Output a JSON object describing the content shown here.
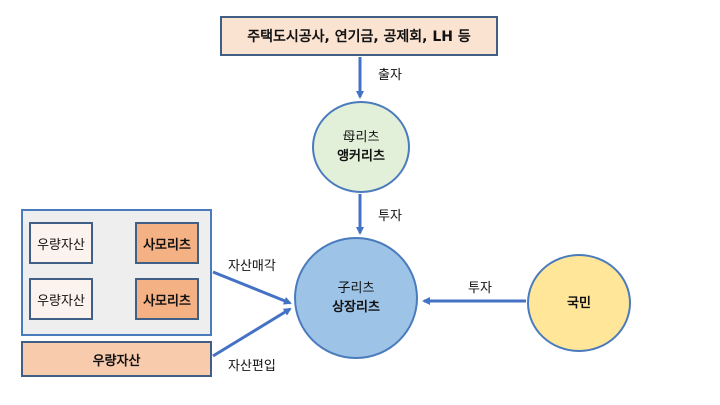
{
  "top_box": {
    "label": "주택도시공사, 연기금, 공제회, LH 등"
  },
  "mother_reit": {
    "line1": "母리츠",
    "line2": "앵커리츠"
  },
  "child_reit": {
    "line1": "子리츠",
    "line2": "상장리츠"
  },
  "people": {
    "label": "국민"
  },
  "group": {
    "items": [
      {
        "label": "우량자산"
      },
      {
        "label": "사모리츠"
      },
      {
        "label": "우량자산"
      },
      {
        "label": "사모리츠"
      }
    ]
  },
  "bottom_box": {
    "label": "우량자산"
  },
  "edges": {
    "invest_top": "출자",
    "invest_mother": "투자",
    "invest_people": "투자",
    "asset_sale": "자산매각",
    "asset_incorp": "자산편입"
  },
  "colors": {
    "line": "#4472c4",
    "box_border": "#3f5f86",
    "mother_fill": "#e2efd9",
    "child_fill": "#9dc3e6",
    "people_fill": "#ffe699",
    "orange_fill": "#f4b183"
  }
}
